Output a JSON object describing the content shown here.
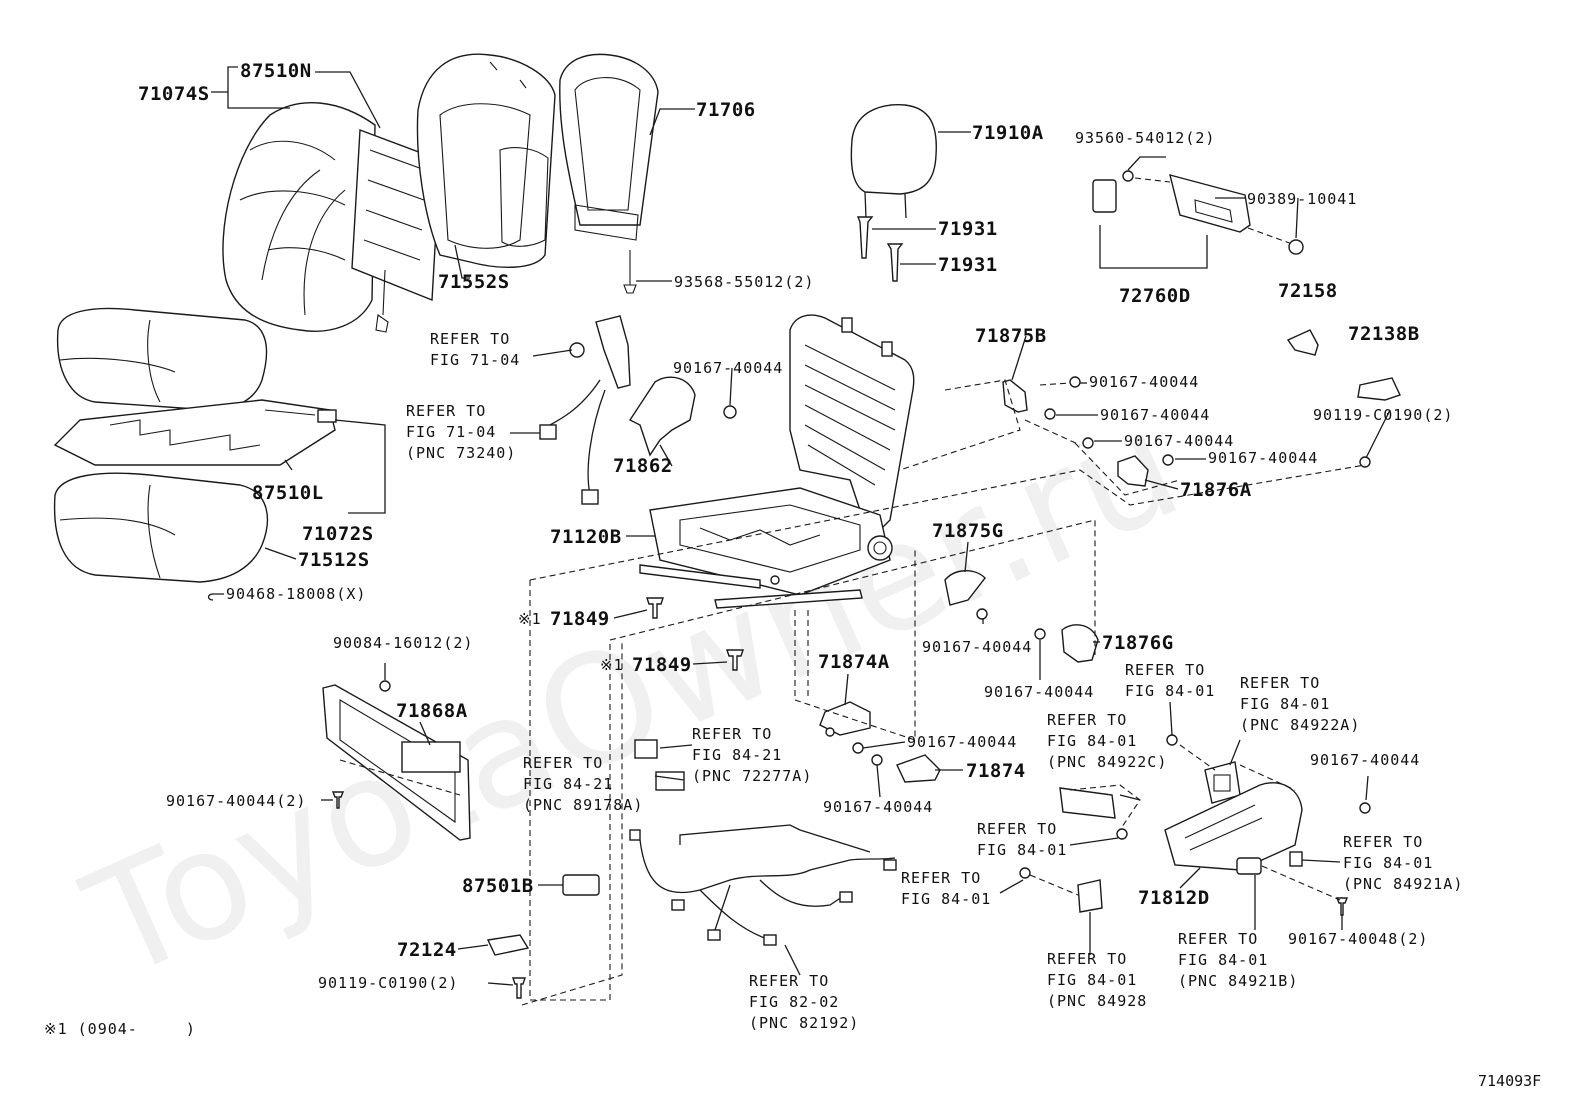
{
  "diagram": {
    "figure_code": "714093F",
    "footnote": "※1 (0904-　　　)",
    "watermark": "ToyotaOwner.ru",
    "parts": {
      "p87510N": "87510N",
      "p71074S": "71074S",
      "p71706": "71706",
      "p71552S": "71552S",
      "p93568": "93568-55012(2)",
      "p71910A": "71910A",
      "p71931a": "71931",
      "p71931b": "71931",
      "p93560": "93560-54012(2)",
      "p90389": "90389-10041",
      "p72760D": "72760D",
      "p72158": "72158",
      "p72138B": "72138B",
      "p90119b": "90119-C0190(2)",
      "p71875B": "71875B",
      "p90167_1": "90167-40044",
      "p90167_2": "90167-40044",
      "p90167_3": "90167-40044",
      "p90167_4": "90167-40044",
      "p71876A": "71876A",
      "p90167_top": "90167-40044",
      "p71862": "71862",
      "p87510L": "87510L",
      "p71072S": "71072S",
      "p71512S": "71512S",
      "p90468": "90468-18008(X)",
      "p71120B": "71120B",
      "p71875G": "71875G",
      "p71849a": "71849",
      "p71849b": "71849",
      "note1a": "※1",
      "note1b": "※1",
      "p90167_g": "90167-40044",
      "p71876G": "71876G",
      "p90167_h": "90167-40044",
      "p90084": "90084-16012(2)",
      "p71868A": "71868A",
      "p90167_2x": "90167-40044(2)",
      "p71874A": "71874A",
      "p90167_i": "90167-40044",
      "p71874": "71874",
      "p90167_j": "90167-40044",
      "p87501B": "87501B",
      "p72124": "72124",
      "p90119a": "90119-C0190(2)",
      "p71812D": "71812D",
      "p90167_k": "90167-40044",
      "p90167_48": "90167-40048(2)"
    },
    "refs": {
      "r1": [
        "REFER TO",
        "FIG 71-04"
      ],
      "r2": [
        "REFER TO",
        "FIG 71-04",
        "(PNC 73240)"
      ],
      "r3": [
        "REFER TO",
        "FIG 84-21",
        "(PNC 72277A)"
      ],
      "r4": [
        "REFER TO",
        "FIG 84-21",
        "(PNC 89178A)"
      ],
      "r5": [
        "REFER TO",
        "FIG 84-01"
      ],
      "r6": [
        "REFER TO",
        "FIG 84-01",
        "(PNC 84922A)"
      ],
      "r7": [
        "REFER TO",
        "FIG 84-01",
        "(PNC 84922C)"
      ],
      "r8": [
        "REFER TO",
        "FIG 84-01"
      ],
      "r9": [
        "REFER TO",
        "FIG 84-01"
      ],
      "r10": [
        "REFER TO",
        "FIG 84-01",
        "(PNC 84921A)"
      ],
      "r11": [
        "REFER TO",
        "FIG 82-02",
        "(PNC 82192)"
      ],
      "r12": [
        "REFER TO",
        "FIG 84-01",
        "(PNC 84928"
      ],
      "r13": [
        "REFER TO",
        "FIG 84-01",
        "(PNC 84921B)"
      ]
    }
  }
}
